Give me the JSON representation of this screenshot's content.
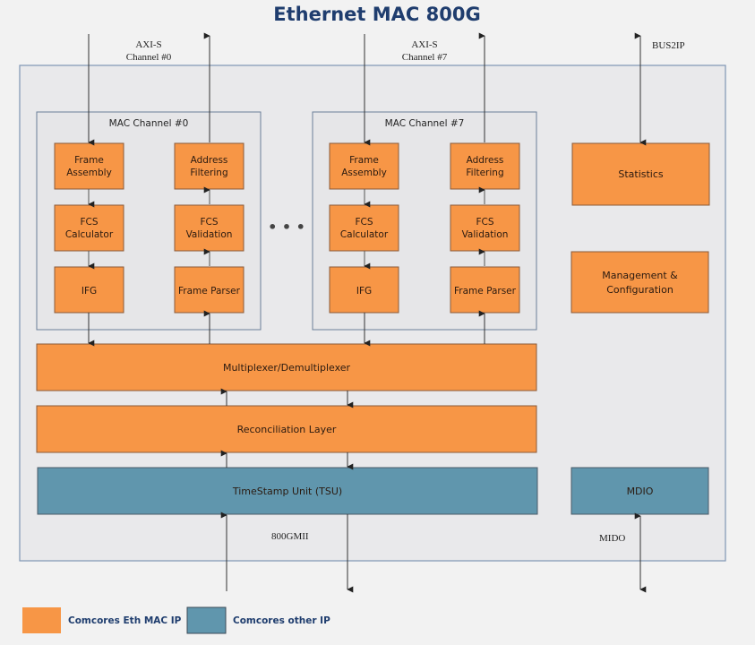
{
  "title": "Ethernet MAC 800G",
  "interfaces": {
    "axi_ch0_line1": "AXI-S",
    "axi_ch0_line2": "Channel #0",
    "axi_ch7_line1": "AXI-S",
    "axi_ch7_line2": "Channel #7",
    "bus2ip": "BUS2IP",
    "gmii": "800GMII",
    "mido": "MIDO"
  },
  "channels": [
    {
      "label": "MAC Channel #0",
      "tx": [
        [
          "Frame",
          "Assembly"
        ],
        [
          "FCS",
          "Calculator"
        ],
        [
          "IFG"
        ]
      ],
      "rx": [
        [
          "Address",
          "Filtering"
        ],
        [
          "FCS",
          "Validation"
        ],
        [
          "Frame Parser"
        ]
      ]
    },
    {
      "label": "MAC Channel #7",
      "tx": [
        [
          "Frame",
          "Assembly"
        ],
        [
          "FCS",
          "Calculator"
        ],
        [
          "IFG"
        ]
      ],
      "rx": [
        [
          "Address",
          "Filtering"
        ],
        [
          "FCS",
          "Validation"
        ],
        [
          "Frame Parser"
        ]
      ]
    }
  ],
  "ellipsis": "• • •",
  "shared_blocks": {
    "mux": "Multiplexer/Demultiplexer",
    "reconciliation": "Reconciliation Layer",
    "tsu": "TimeStamp Unit (TSU)",
    "statistics": "Statistics",
    "mgmt_line1": "Management &",
    "mgmt_line2": "Configuration",
    "mdio": "MDIO"
  },
  "legend": [
    {
      "label": "Comcores Eth MAC IP",
      "color": "#f79646"
    },
    {
      "label": "Comcores other IP",
      "color": "#6096ad"
    }
  ],
  "colors": {
    "eth_mac_ip": "#f79646",
    "other_ip": "#6096ad",
    "title": "#1f3d6e"
  }
}
